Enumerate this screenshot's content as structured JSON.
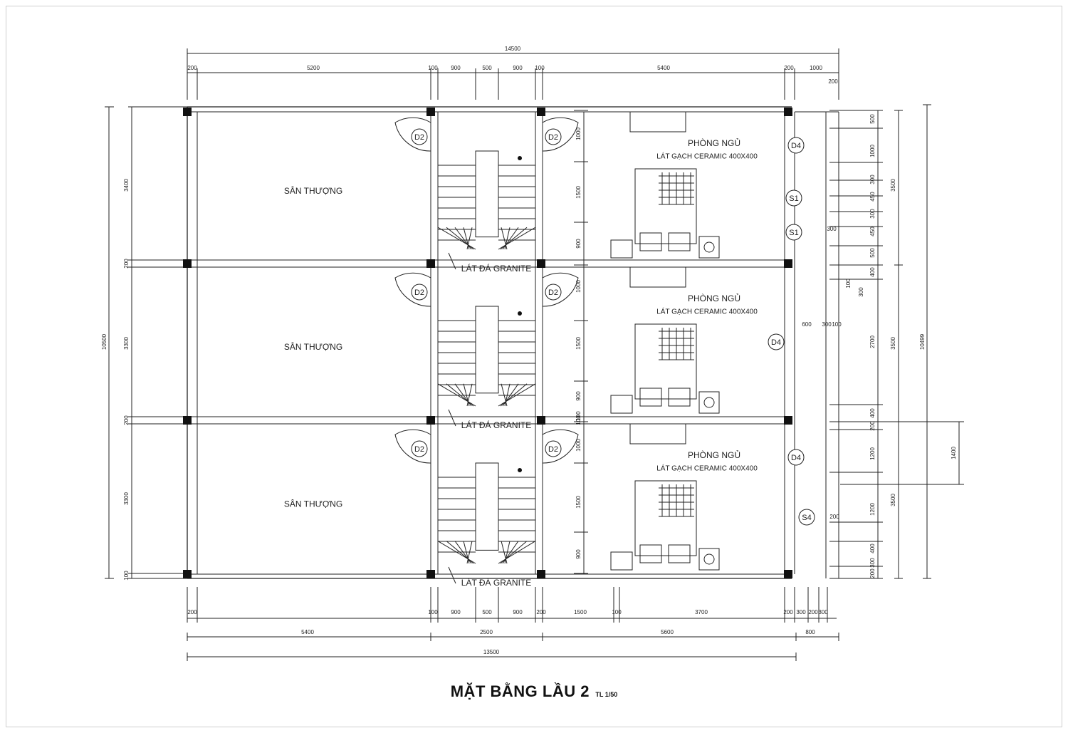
{
  "drawing": {
    "title": "MẶT BẰNG LẦU 2",
    "scale": "TL 1/50"
  },
  "top_dims": {
    "overall": "14500",
    "segments": [
      "200",
      "5200",
      "100",
      "900",
      "500",
      "900",
      "100",
      "5400",
      "200",
      "1000"
    ],
    "right_small": "200"
  },
  "bottom_dims": {
    "row1": [
      "200",
      "100",
      "900",
      "500",
      "900",
      "200",
      "1500",
      "100",
      "3700",
      "200",
      "300",
      "200",
      "300"
    ],
    "row2": [
      "5400",
      "2500",
      "5600",
      "800"
    ],
    "overall": "13500"
  },
  "left_dims": {
    "overall": "10500",
    "segments": [
      "3400",
      "200",
      "3300",
      "200",
      "3300",
      "100"
    ]
  },
  "right_dims": {
    "col1": [
      "500",
      "1000",
      "300",
      "450",
      "300",
      "450",
      "500",
      "400",
      "2700",
      "400",
      "200",
      "1200",
      "1200",
      "400",
      "300",
      "200"
    ],
    "col2": [
      "3500",
      "3500",
      "3500"
    ],
    "col3": "10499",
    "col4": "1400",
    "misc": [
      "300",
      "100",
      "300",
      "600",
      "300",
      "100",
      "200"
    ]
  },
  "stair_dims": [
    "1000",
    "1500",
    "900",
    "1000",
    "1500",
    "900",
    "100",
    "100",
    "1000",
    "1500",
    "900"
  ],
  "units": [
    {
      "terrace": "SÂN THƯỢNG",
      "room": "PHÒNG NGỦ",
      "floor": "LÁT GẠCH CERAMIC 400X400",
      "stair_floor": "LÁT ĐÁ GRANITE",
      "doors": [
        "D2",
        "D2",
        "D4",
        "S1",
        "S1"
      ]
    },
    {
      "terrace": "SÂN THƯỢNG",
      "room": "PHÒNG NGỦ",
      "floor": "LÁT GẠCH CERAMIC 400X400",
      "stair_floor": "LÁT ĐÁ GRANITE",
      "doors": [
        "D2",
        "D2",
        "D4"
      ]
    },
    {
      "terrace": "SÂN THƯỢNG",
      "room": "PHÒNG NGỦ",
      "floor": "LÁT GẠCH CERAMIC 400X400",
      "stair_floor": "LÁT ĐÁ GRANITE",
      "doors": [
        "D2",
        "D2",
        "D4",
        "S4"
      ]
    }
  ]
}
